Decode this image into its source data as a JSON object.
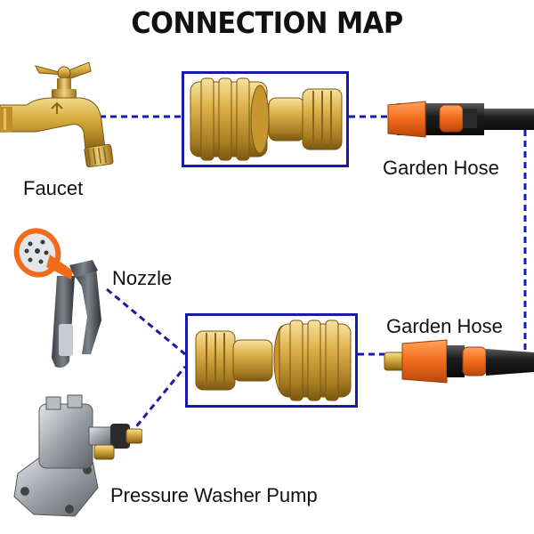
{
  "title": "CONNECTION MAP",
  "labels": {
    "faucet": "Faucet",
    "garden_hose_top": "Garden Hose",
    "nozzle": "Nozzle",
    "garden_hose_bottom": "Garden Hose",
    "pump": "Pressure Washer Pump"
  },
  "colors": {
    "link": "#1a1aa8",
    "brass": "#d4a838",
    "hose_orange": "#f26a1b",
    "hose_black": "#1e1e1e",
    "pump_gray": "#9aa0a6"
  }
}
